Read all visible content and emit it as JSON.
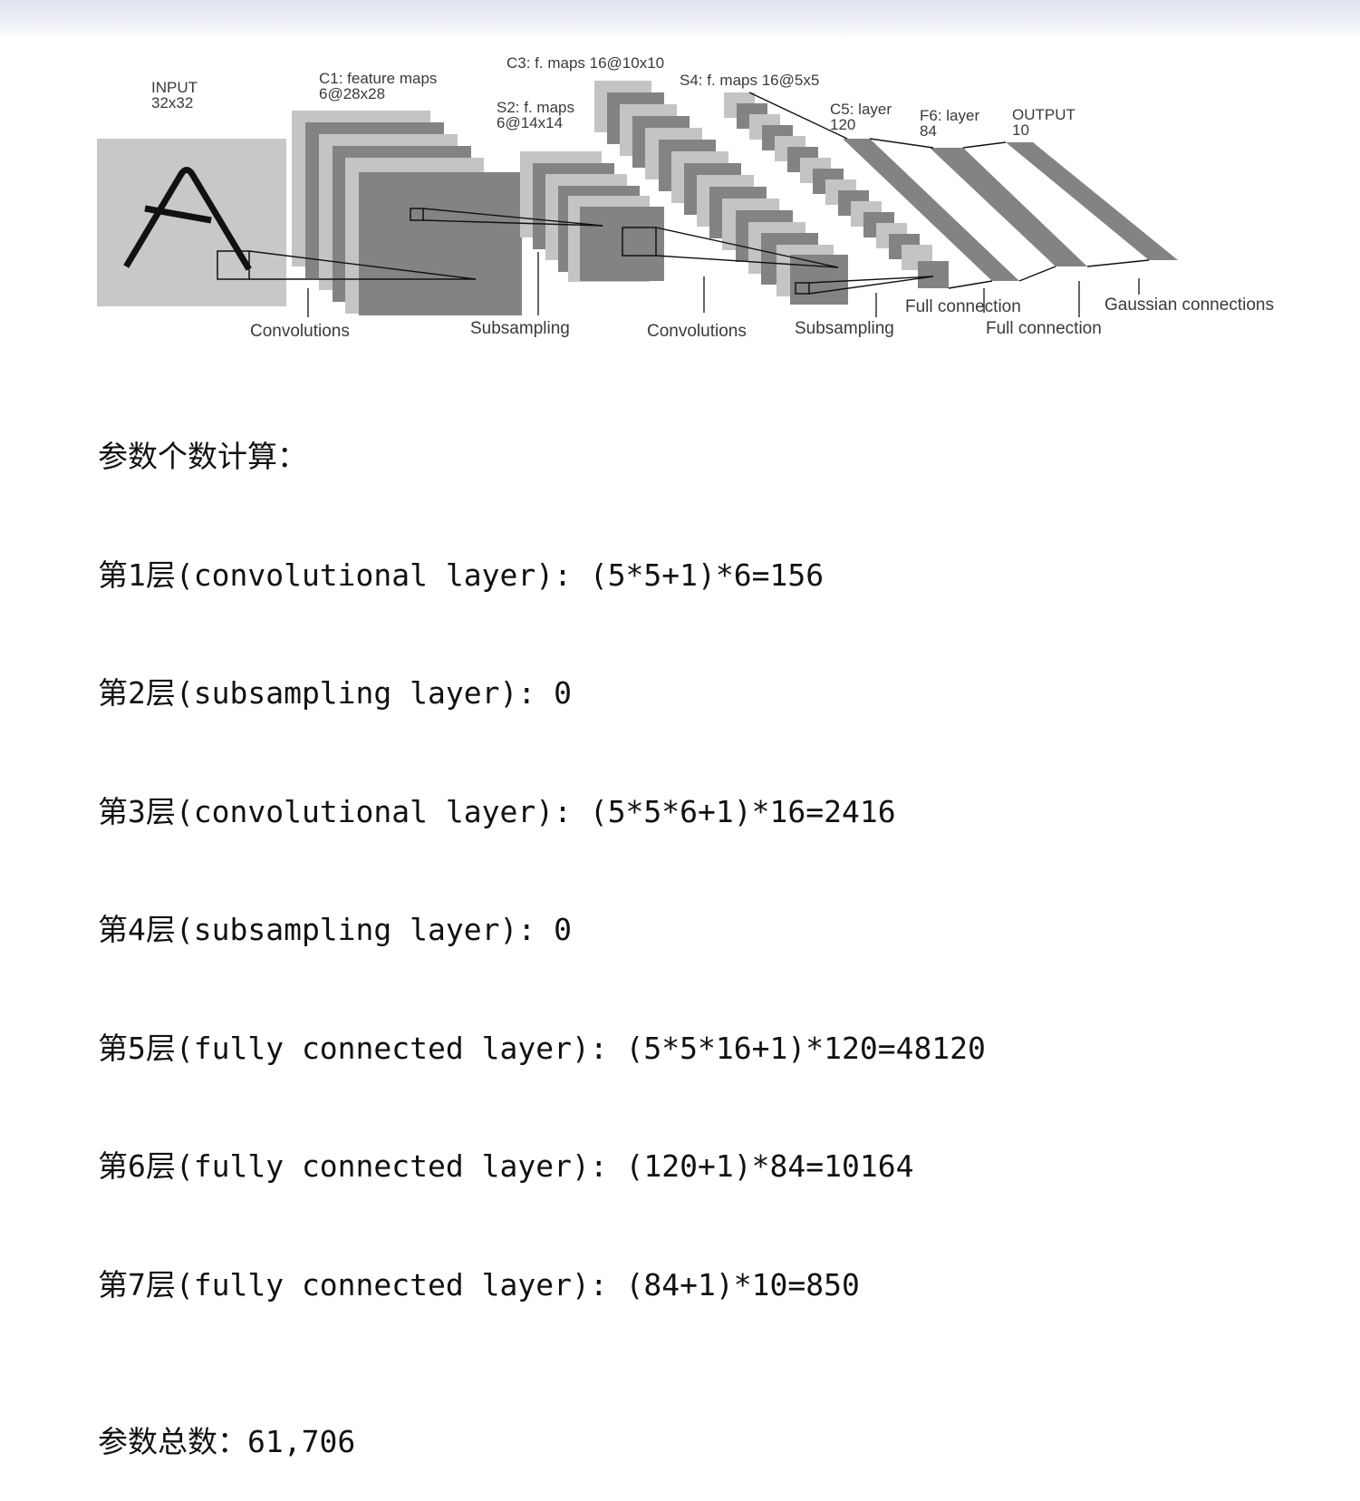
{
  "diagram": {
    "labels": {
      "input": "INPUT\n32x32",
      "c1": "C1: feature maps\n6@28x28",
      "s2": "S2: f. maps\n6@14x14",
      "c3": "C3: f. maps 16@10x10",
      "s4": "S4: f. maps 16@5x5",
      "c5": "C5: layer\n120",
      "f6": "F6: layer\n84",
      "output": "OUTPUT\n10"
    },
    "operations": {
      "conv1": "Convolutions",
      "sub1": "Subsampling",
      "conv2": "Convolutions",
      "sub2": "Subsampling",
      "full1": "Full connection",
      "full2": "Full connection",
      "gauss": "Gaussian connections"
    },
    "colors": {
      "light_map": "#c4c4c4",
      "dark_map": "#838383",
      "input_bg": "#c8c8c8",
      "stroke": "#111111"
    }
  },
  "calc": {
    "title": "参数个数计算：",
    "rows": [
      "第1层(convolutional layer): (5*5+1)*6=156",
      "第2层(subsampling layer): 0",
      "第3层(convolutional layer): (5*5*6+1)*16=2416",
      "第4层(subsampling layer): 0",
      "第5层(fully connected layer): (5*5*16+1)*120=48120",
      "第6层(fully connected layer): (120+1)*84=10164",
      "第7层(fully connected layer): (84+1)*10=850"
    ],
    "total": "参数总数：61,706"
  }
}
